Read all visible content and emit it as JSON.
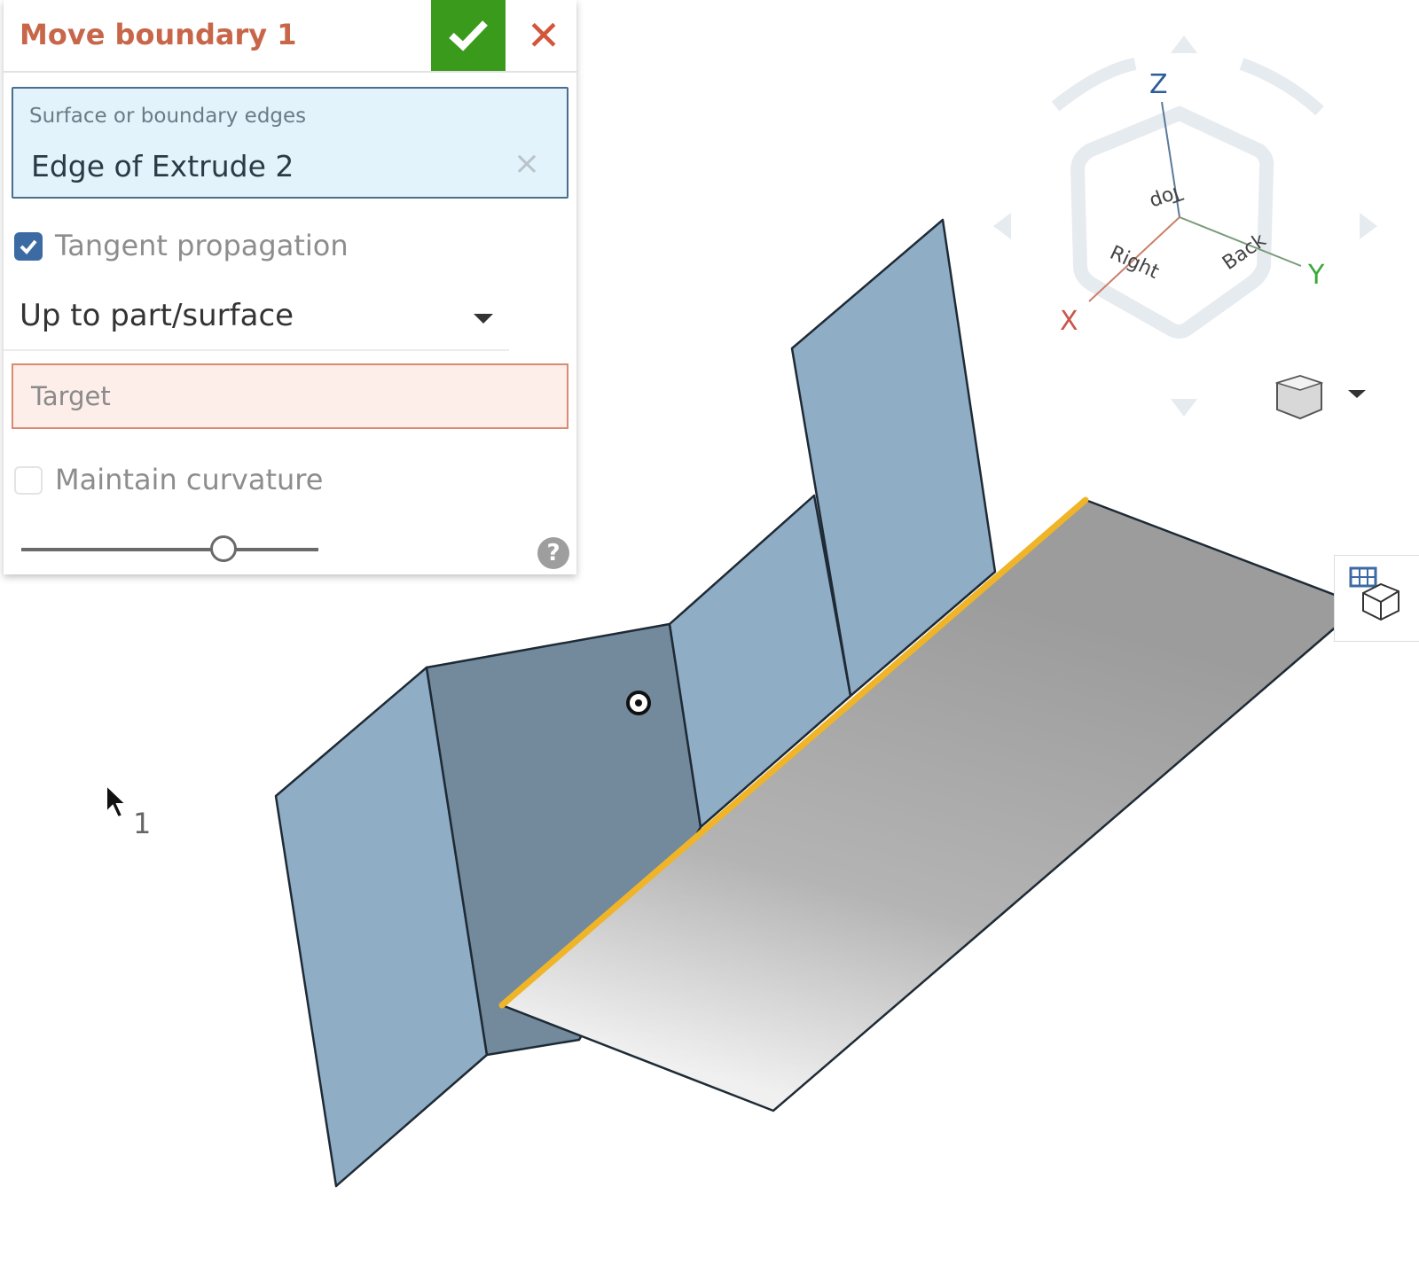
{
  "dialog": {
    "title": "Move boundary 1",
    "confirm_icon": "check-icon",
    "cancel_icon": "close-icon",
    "selection_field": {
      "label": "Surface or boundary edges",
      "value": "Edge of Extrude 2",
      "clear_icon": "x"
    },
    "tangent_propagation": {
      "label": "Tangent propagation",
      "checked": true
    },
    "end_type": {
      "selected": "Up to part/surface"
    },
    "target_field": {
      "placeholder": "Target"
    },
    "maintain_curvature": {
      "label": "Maintain curvature",
      "checked": false
    },
    "slider_level": 0.68,
    "help_label": "?"
  },
  "view_cube": {
    "axes": {
      "z": "Z",
      "x": "X",
      "y": "Y"
    },
    "faces": {
      "top": "Top",
      "right": "Right",
      "back": "Back"
    }
  },
  "cursor_label": "1",
  "colors": {
    "accent_title": "#c8664a",
    "confirm": "#3a9a1c",
    "selected_edge": "#f0b429",
    "surface": "#90adc6"
  }
}
